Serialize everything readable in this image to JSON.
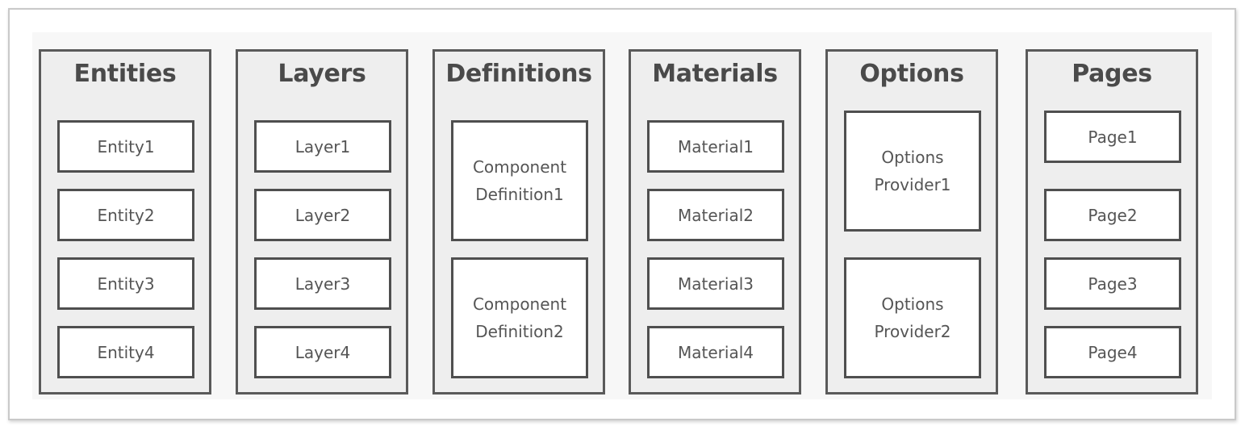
{
  "columns": [
    {
      "title": "Entities",
      "items": [
        "Entity1",
        "Entity2",
        "Entity3",
        "Entity4"
      ]
    },
    {
      "title": "Layers",
      "items": [
        "Layer1",
        "Layer2",
        "Layer3",
        "Layer4"
      ]
    },
    {
      "title": "Definitions",
      "items": [
        "Component Definition1",
        "Component Definition2"
      ]
    },
    {
      "title": "Materials",
      "items": [
        "Material1",
        "Material2",
        "Material3",
        "Material4"
      ]
    },
    {
      "title": "Options",
      "items": [
        "Options Provider1",
        "Options Provider2"
      ]
    },
    {
      "title": "Pages",
      "items": [
        "Page1",
        "Page2",
        "Page3",
        "Page4"
      ]
    }
  ]
}
